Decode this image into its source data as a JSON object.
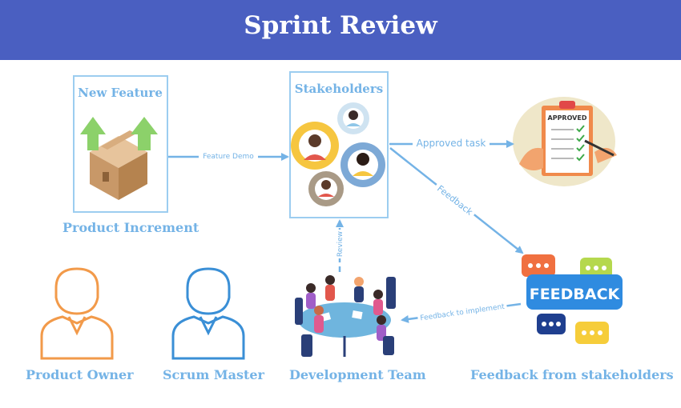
{
  "header": {
    "title": "Sprint Review"
  },
  "nodes": {
    "new_feature": "New Feature",
    "stakeholders": "Stakeholders",
    "product_increment": "Product Increment",
    "product_owner": "Product Owner",
    "scrum_master": "Scrum Master",
    "development_team": "Development Team",
    "feedback_from_stakeholders": "Feedback from stakeholders",
    "approved_stamp": "APPROVED",
    "feedback_sign": "FEEDBACK"
  },
  "edges": {
    "feature_demo": "Feature Demo",
    "approved_task": "Approved task",
    "feedback": "Feedback",
    "review": "Review",
    "feedback_to_implement": "Feedback to implement"
  },
  "colors": {
    "header_bg": "#4a5fc1",
    "accent_blue": "#74b3e6",
    "orange": "#f29a4a",
    "arrow_green": "#8cd16a"
  }
}
